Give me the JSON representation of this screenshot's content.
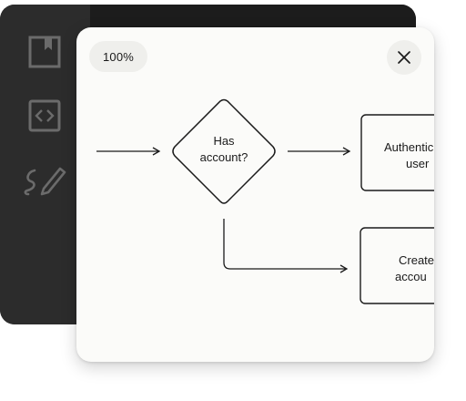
{
  "sidebar": {
    "items": [
      {
        "icon": "bookmark-icon"
      },
      {
        "icon": "code-icon"
      },
      {
        "icon": "draw-icon"
      }
    ]
  },
  "preview": {
    "zoom_label": "100%",
    "close_icon": "close-icon"
  },
  "diagram": {
    "decision": {
      "line1": "Has",
      "line2": "account?"
    },
    "yes_node": {
      "line1": "Authentic",
      "line2": "user"
    },
    "no_node": {
      "line1": "Create",
      "line2": "accou"
    }
  },
  "colors": {
    "app_dark": "#1c1c1c",
    "rail": "#2c2c2c",
    "card_bg": "#fbfbf9",
    "pill_bg": "#efefec",
    "ink": "#1a1a1a"
  }
}
